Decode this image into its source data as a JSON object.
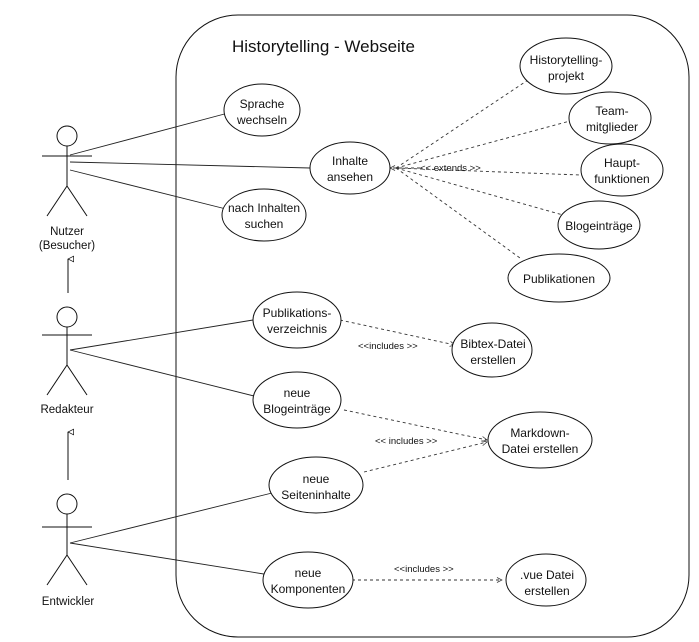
{
  "system": {
    "title": "Historytelling - Webseite"
  },
  "actors": {
    "nutzer": [
      "Nutzer",
      "(Besucher)"
    ],
    "redakteur": [
      "Redakteur"
    ],
    "entwickler": [
      "Entwickler"
    ]
  },
  "usecases": {
    "sprache": [
      "Sprache",
      "wechseln"
    ],
    "inhalte": [
      "Inhalte",
      "ansehen"
    ],
    "suchen": [
      "nach Inhalten",
      "suchen"
    ],
    "projekt": [
      "Historytelling-",
      "projekt"
    ],
    "team": [
      "Team-",
      "mitglieder"
    ],
    "haupt": [
      "Haupt-",
      "funktionen"
    ],
    "blog": [
      "Blogeinträge"
    ],
    "publ": [
      "Publikationen"
    ],
    "pubverz": [
      "Publikations-",
      "verzeichnis"
    ],
    "bibtex": [
      "Bibtex-Datei",
      "erstellen"
    ],
    "neueblog": [
      "neue",
      "Blogeinträge"
    ],
    "markdown": [
      "Markdown-",
      "Datei erstellen"
    ],
    "seiten": [
      "neue",
      "Seiteninhalte"
    ],
    "komp": [
      "neue",
      "Komponenten"
    ],
    "vue": [
      ".vue Datei",
      "erstellen"
    ]
  },
  "stereotypes": {
    "extends": "<< extends >>",
    "includes1": "<<includes >>",
    "includes2": "<< includes >>",
    "includes3": "<<includes >>"
  }
}
